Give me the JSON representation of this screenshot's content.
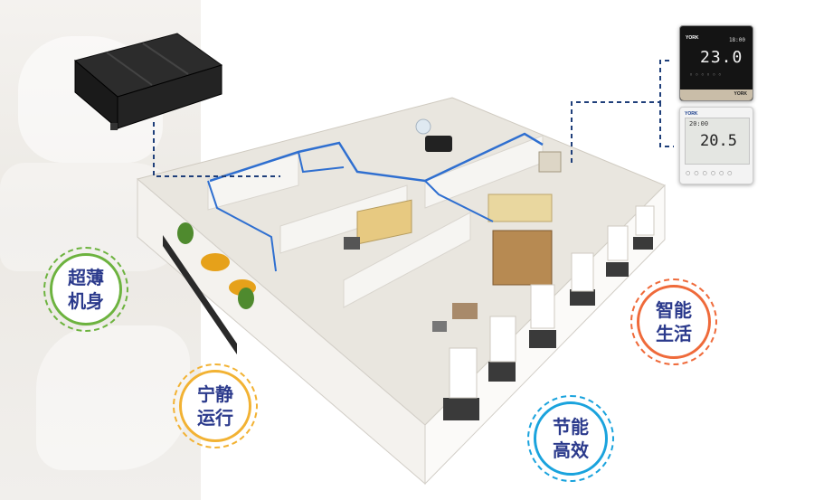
{
  "controllers": {
    "black": {
      "brand": "YORK",
      "time": "18:00",
      "temperature": "23.0",
      "strip_brand": "YORK"
    },
    "white": {
      "brand": "YORK",
      "time": "20:00",
      "temperature": "20.5"
    }
  },
  "badges": [
    {
      "text": "超薄机身",
      "color": "#6db33f"
    },
    {
      "text": "宁静运行",
      "color": "#f2b233"
    },
    {
      "text": "节能高效",
      "color": "#1aa3dd"
    },
    {
      "text": "智能生活",
      "color": "#ef6a3a"
    }
  ],
  "colors": {
    "connector_dark": "#1f3f7a",
    "duct_blue": "#2f6fd0"
  }
}
